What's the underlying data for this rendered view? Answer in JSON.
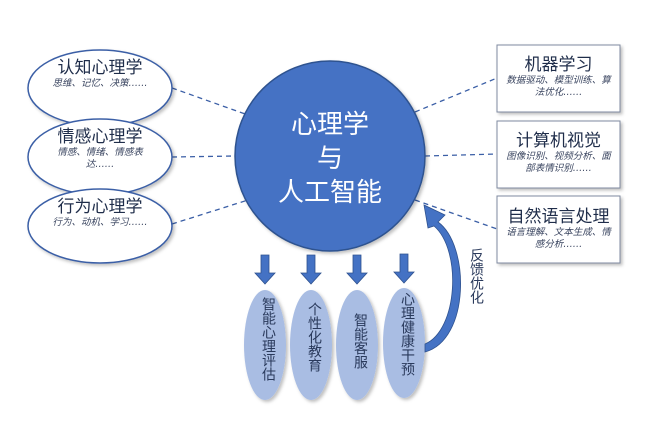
{
  "center": {
    "line1": "心理学",
    "line2": "与",
    "line3": "人工智能"
  },
  "psychology": [
    {
      "title": "认知心理学",
      "desc": "思维、记忆、决策……"
    },
    {
      "title": "情感心理学",
      "desc": "情感、情绪、情感表达……"
    },
    {
      "title": "行为心理学",
      "desc": "行为、动机、学习……"
    }
  ],
  "ai": [
    {
      "title": "机器学习",
      "desc": "数据驱动、模型训练、算法优化……"
    },
    {
      "title": "计算机视觉",
      "desc": "图像识别、视频分析、面部表情识别……"
    },
    {
      "title": "自然语言处理",
      "desc": "语言理解、文本生成、情感分析……"
    }
  ],
  "applications": [
    "智能心理评估",
    "个性化教育",
    "智能客服",
    "心理健康干预"
  ],
  "feedback": "反馈优化",
  "colors": {
    "circle": "#4472c4",
    "app": "#a9bde3",
    "arrow": "#4472c4"
  }
}
